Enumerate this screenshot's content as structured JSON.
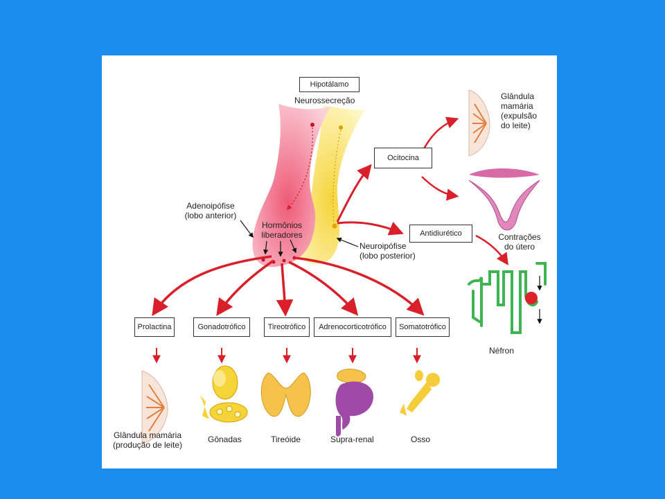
{
  "labels": {
    "hipotalamo": "Hipotálamo",
    "neurossecrecao": "Neurossecreção",
    "adenoipofise_1": "Adenoipófise",
    "adenoipofise_2": "(lobo anterior)",
    "hormonios_1": "Hormônios",
    "hormonios_2": "liberadores",
    "neuroipofise_1": "Neuroipófise",
    "neuroipofise_2": "(lobo posterior)",
    "ocitocina": "Ocitocina",
    "antidiuretico": "Antidiurético",
    "glandula_mamaria_top": [
      "Glândula",
      "mamária",
      "(expulsão",
      "do leite)"
    ],
    "contracoes": [
      "Contrações",
      "do útero"
    ],
    "nefron": "Néfron",
    "prolactina": "Prolactina",
    "gonadotrofico": "Gonadotrófico",
    "tireotrofico": "Tireotrófico",
    "adrenocorticotrofico": "Adrenocorticotrófico",
    "somatotrofico": "Somatotrófico",
    "glandula_bottom": [
      "Glândula mamária",
      "(produção de leite)"
    ],
    "gonadas": "Gônadas",
    "tireoide": "Tireóide",
    "suprarenal": "Supra-renal",
    "osso": "Osso"
  },
  "colors": {
    "background": "#1a8cf0",
    "arrow": "#d81f2a",
    "pituitary_pink": "#f07a8a",
    "pituitary_yellow": "#f8e05a",
    "nephron_green": "#3fb34f",
    "uterus": "#d86aa8",
    "organ_yellow": "#f5cc3a",
    "kidney_purple": "#a04aa8"
  }
}
